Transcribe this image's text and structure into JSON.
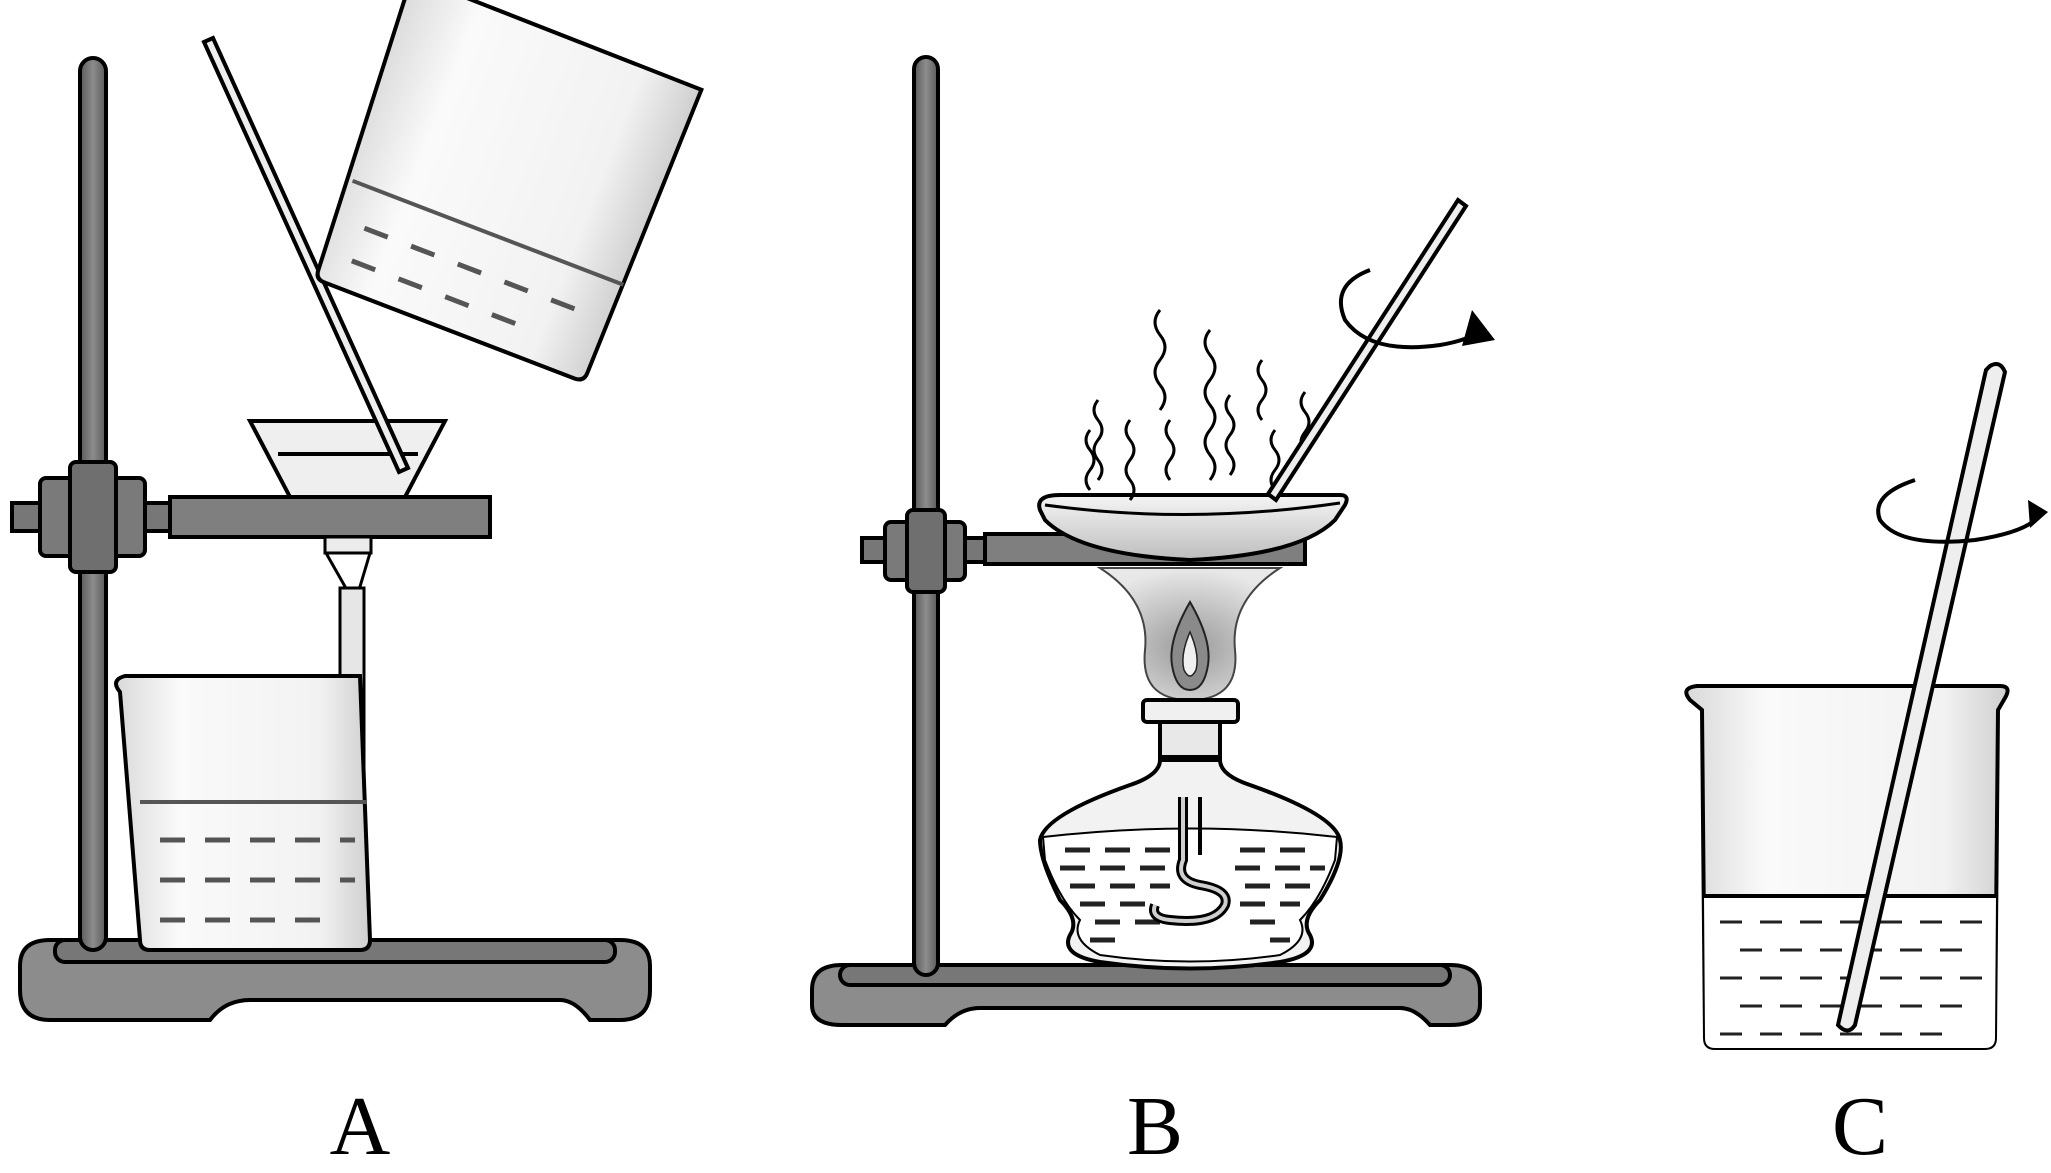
{
  "figure": {
    "panels": [
      {
        "id": "A",
        "label": "A"
      },
      {
        "id": "B",
        "label": "B"
      },
      {
        "id": "C",
        "label": "C"
      }
    ]
  },
  "colors": {
    "stand": "#7f7f7f",
    "stand_dark": "#555555",
    "outline": "#000000",
    "glass": "#f4f4f4",
    "liquid_line": "#555555",
    "flame_outer": "#c8c8c8",
    "flame_inner": "#8a8a8a"
  }
}
